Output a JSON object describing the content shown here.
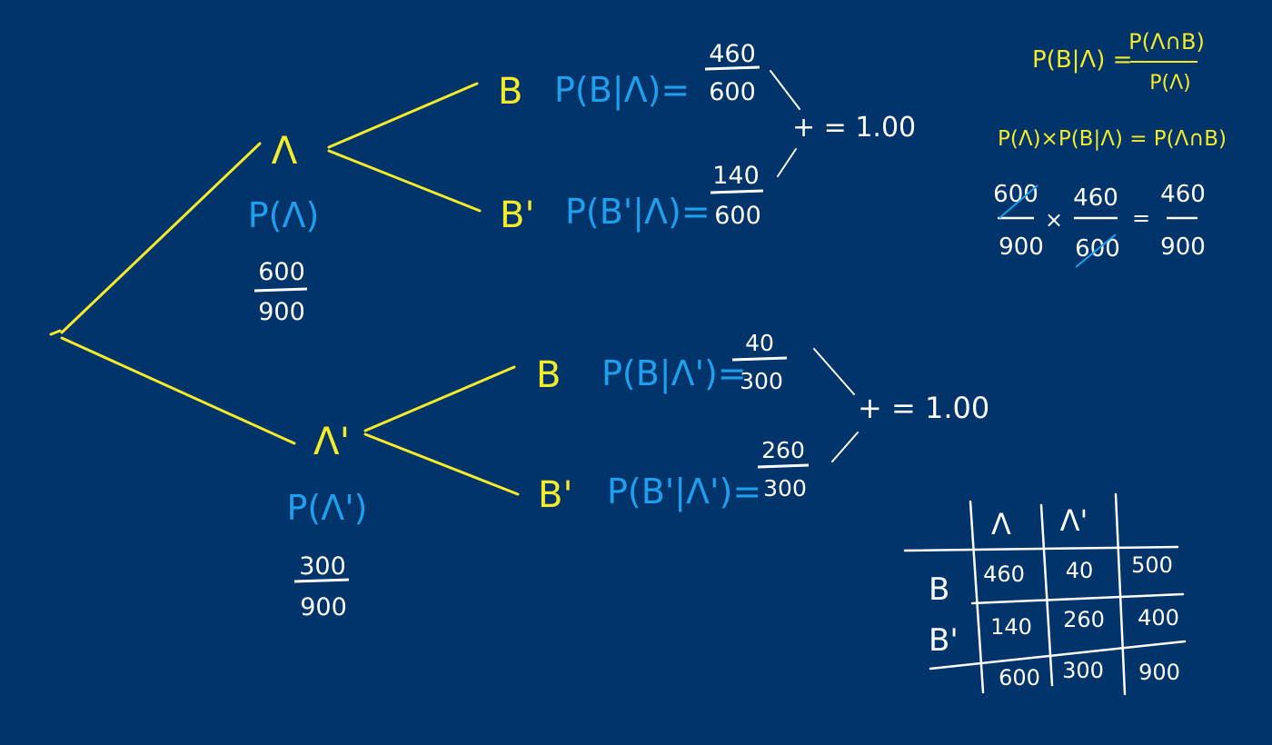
{
  "colors": {
    "background": "#00346a",
    "tree": "#f4ec2a",
    "probability": "#1ea0ee",
    "numbers": "#ffffff"
  },
  "tree": {
    "a": {
      "node": "Λ",
      "prob": "P(Λ)",
      "num": "600",
      "den": "900"
    },
    "a_prime": {
      "node": "Λ'",
      "prob": "P(Λ')",
      "num": "300",
      "den": "900"
    },
    "branches": {
      "a_b": {
        "node": "B",
        "prob": "P(B|Λ)=",
        "num": "460",
        "den": "600"
      },
      "a_bp": {
        "node": "B'",
        "prob": "P(B'|Λ)=",
        "num": "140",
        "den": "600"
      },
      "ap_b": {
        "node": "B",
        "prob": "P(B|Λ')=",
        "num": "40",
        "den": "300"
      },
      "ap_bp": {
        "node": "B'",
        "prob": "P(B'|Λ')=",
        "num": "260",
        "den": "300"
      }
    },
    "sum_top": "+ = 1.00",
    "sum_bottom": "+ = 1.00"
  },
  "formulas": {
    "f1_lhs": "P(B|Λ) =",
    "f1_num": "P(Λ∩B)",
    "f1_den": "P(Λ)",
    "f2": "P(Λ)×P(B|Λ) = P(Λ∩B)",
    "f3": {
      "n1": "600",
      "d1": "900",
      "times": "×",
      "n2": "460",
      "d2": "600",
      "eq": "=",
      "n3": "460",
      "d3": "900"
    }
  },
  "table": {
    "columns": [
      "Λ",
      "Λ'",
      ""
    ],
    "rows": [
      {
        "label": "B",
        "cells": [
          "460",
          "40",
          "500"
        ]
      },
      {
        "label": "B'",
        "cells": [
          "140",
          "260",
          "400"
        ]
      },
      {
        "label": "",
        "cells": [
          "600",
          "300",
          "900"
        ]
      }
    ]
  }
}
